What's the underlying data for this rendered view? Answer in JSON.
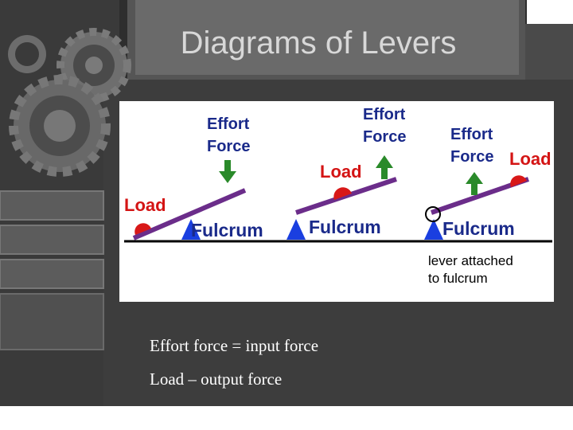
{
  "slide": {
    "title": "Diagrams of Levers"
  },
  "levers": [
    {
      "load": "Load",
      "effort_line1": "Effort",
      "effort_line2": "Force",
      "fulcrum": "Fulcrum"
    },
    {
      "load": "Load",
      "effort_line1": "Effort",
      "effort_line2": "Force",
      "fulcrum": "Fulcrum"
    },
    {
      "load": "Load",
      "effort_line1": "Effort",
      "effort_line2": "Force",
      "fulcrum": "Fulcrum",
      "note_line1": "lever attached",
      "note_line2": "to fulcrum"
    }
  ],
  "captions": {
    "line1": "Effort force = input force",
    "line2": "Load – output force"
  },
  "colors": {
    "background": "#2e2e2e",
    "frame": "#5a5a5a",
    "title_text": "#d8d8d8",
    "load_text": "#d41414",
    "load_mass": "#d81818",
    "lever_bar": "#6b2d8a",
    "fulcrum": "#1a3fe0",
    "label_text": "#1a2a8a",
    "effort_arrow": "#2a8a2a"
  }
}
